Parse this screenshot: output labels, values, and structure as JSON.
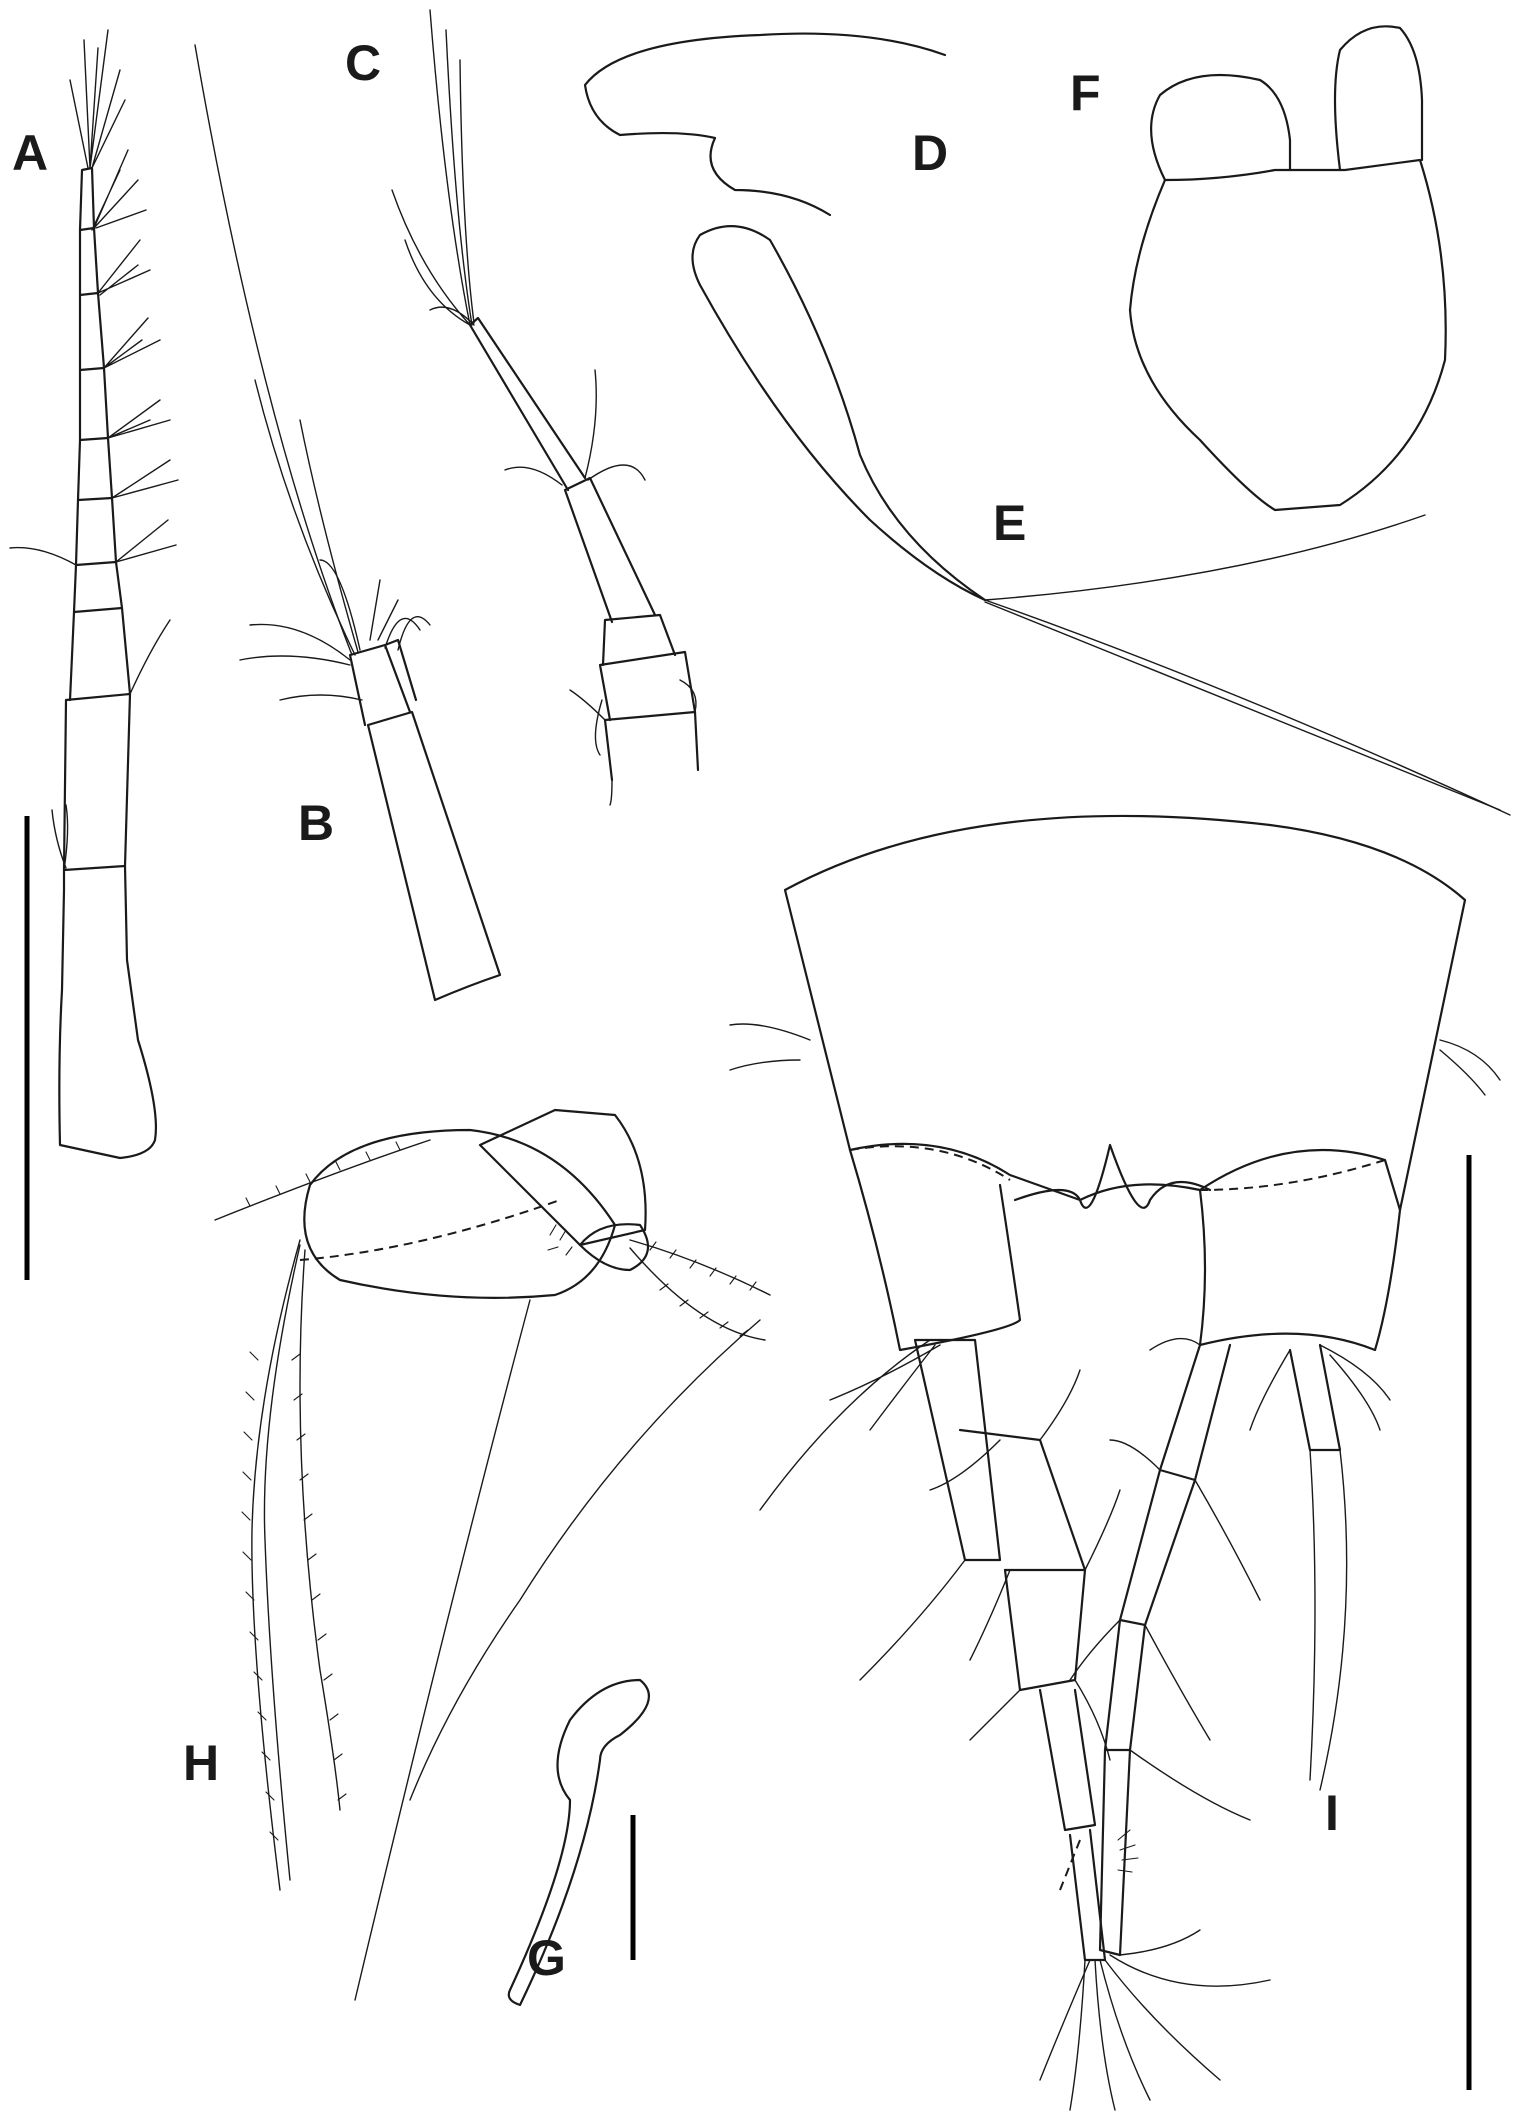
{
  "figure": {
    "panels": [
      {
        "id": "A",
        "label": "A"
      },
      {
        "id": "B",
        "label": "B"
      },
      {
        "id": "C",
        "label": "C"
      },
      {
        "id": "D",
        "label": "D"
      },
      {
        "id": "E",
        "label": "E"
      },
      {
        "id": "F",
        "label": "F"
      },
      {
        "id": "G",
        "label": "G"
      },
      {
        "id": "H",
        "label": "H"
      },
      {
        "id": "I",
        "label": "I"
      }
    ],
    "scale_bar_count": 3,
    "colors": {
      "ink": "#1a1a1a",
      "background": "#ffffff"
    }
  }
}
